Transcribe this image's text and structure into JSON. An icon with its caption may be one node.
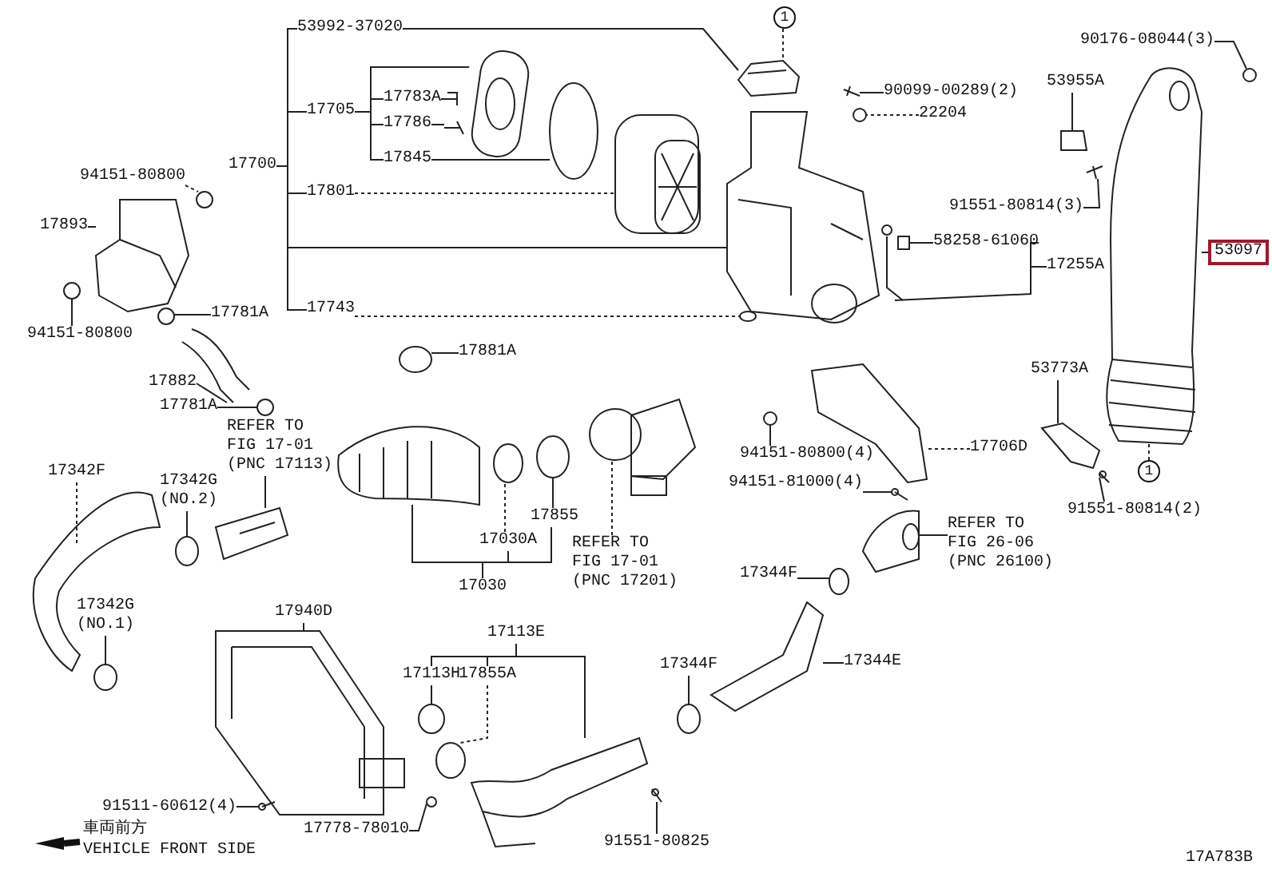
{
  "diagram": {
    "nodes": [
      {
        "text": [
          "53992-37020"
        ]
      },
      {
        "text": [
          "17705"
        ]
      },
      {
        "text": [
          "17783A"
        ]
      },
      {
        "text": [
          "17786"
        ]
      },
      {
        "text": [
          "17845"
        ]
      },
      {
        "text": [
          "17700"
        ]
      },
      {
        "text": [
          "17801"
        ]
      },
      {
        "text": [
          "17743"
        ]
      },
      {
        "text": [
          "90099-00289(2)"
        ]
      },
      {
        "text": [
          "22204"
        ]
      },
      {
        "text": [
          "53955A"
        ]
      },
      {
        "text": [
          "90176-08044(3)"
        ]
      },
      {
        "text": [
          "91551-80814(3)"
        ]
      },
      {
        "text": [
          "58258-61060"
        ]
      },
      {
        "text": [
          "17255A"
        ]
      },
      {
        "text": [
          "53097"
        ]
      },
      {
        "text": [
          "94151-80800"
        ]
      },
      {
        "text": [
          "17893"
        ]
      },
      {
        "text": [
          "94151-80800"
        ]
      },
      {
        "text": [
          "17781A"
        ]
      },
      {
        "text": [
          "17882"
        ]
      },
      {
        "text": [
          "17781A"
        ]
      },
      {
        "text": [
          "17881A"
        ]
      },
      {
        "text": [
          "REFER TO FIG 17-01 (PNC 17113)"
        ]
      },
      {
        "text": [
          "17342G",
          "(NO.2)"
        ]
      },
      {
        "text": [
          "17342F"
        ]
      },
      {
        "text": [
          "17342G",
          "(NO.1)"
        ]
      },
      {
        "text": [
          "17030A"
        ]
      },
      {
        "text": [
          "17855"
        ]
      },
      {
        "text": [
          "17030"
        ]
      },
      {
        "text": [
          "REFER TO FIG 17-01 (PNC 17201)"
        ]
      },
      {
        "text": [
          "94151-80800(4)"
        ]
      },
      {
        "text": [
          "94151-81000(4)"
        ]
      },
      {
        "text": [
          "17706D"
        ]
      },
      {
        "text": [
          "53773A"
        ]
      },
      {
        "text": [
          "91551-80814(2)"
        ]
      },
      {
        "text": [
          "REFER TO FIG 26-06 (PNC 26100)"
        ]
      },
      {
        "text": [
          "17344F"
        ]
      },
      {
        "text": [
          "17940D"
        ]
      },
      {
        "text": [
          "17113E"
        ]
      },
      {
        "text": [
          "17113H"
        ]
      },
      {
        "text": [
          "17855A"
        ]
      },
      {
        "text": [
          "17344F"
        ]
      },
      {
        "text": [
          "17344E"
        ]
      },
      {
        "text": [
          "91511-60612(4)"
        ]
      },
      {
        "text": [
          "17778-78010"
        ]
      },
      {
        "text": [
          "91551-80825"
        ]
      },
      {
        "text": [],
        "shape": "picture"
      },
      {
        "text": [],
        "shape": "picture"
      },
      {
        "text": [],
        "shape": "picture"
      },
      {
        "text": [],
        "shape": "picture"
      },
      {
        "text": [],
        "shape": "circle"
      },
      {
        "text": [],
        "shape": "picture"
      },
      {
        "text": [],
        "shape": "picture"
      },
      {
        "text": [],
        "shape": "circle"
      },
      {
        "text": [],
        "shape": "picture"
      },
      {
        "text": [],
        "shape": "circle"
      },
      {
        "text": [],
        "shape": "circle"
      },
      {
        "text": [],
        "shape": "picture"
      },
      {
        "text": [],
        "shape": "picture"
      },
      {
        "text": [],
        "shape": "picture"
      },
      {
        "text": [],
        "shape": "picture"
      },
      {
        "text": [],
        "shape": "picture"
      },
      {
        "text": [],
        "shape": "circle"
      },
      {
        "text": [],
        "shape": "picture"
      },
      {
        "text": [],
        "shape": "circle"
      },
      {
        "text": [],
        "shape": "circle"
      },
      {
        "text": [],
        "shape": "picture"
      },
      {
        "text": [],
        "shape": "circle"
      },
      {
        "text": [],
        "shape": "circle"
      },
      {
        "text": [],
        "shape": "picture"
      },
      {
        "text": [],
        "shape": "circle"
      },
      {
        "text": [],
        "shape": "picture"
      },
      {
        "text": [],
        "shape": "circle"
      },
      {
        "text": [],
        "shape": "picture"
      },
      {
        "text": [],
        "shape": "circle"
      },
      {
        "text": [],
        "shape": "circle"
      },
      {
        "text": [],
        "shape": "picture"
      },
      {
        "text": [],
        "shape": "picture"
      },
      {
        "text": [],
        "shape": "circle"
      },
      {
        "text": [],
        "shape": "picture"
      },
      {
        "text": [],
        "shape": "picture"
      },
      {
        "text": [],
        "shape": "picture"
      },
      {
        "text": [],
        "shape": "picture"
      },
      {
        "text": [],
        "shape": "circle"
      },
      {
        "text": [],
        "shape": "picture"
      },
      {
        "text": [],
        "shape": "circle"
      },
      {
        "text": [],
        "shape": "picture"
      },
      {
        "text": [],
        "shape": "circle"
      },
      {
        "text": [],
        "shape": "circle"
      },
      {
        "text": [],
        "shape": "picture"
      },
      {
        "text": [],
        "shape": "picture"
      },
      {
        "text": [],
        "shape": "circle"
      },
      {
        "text": [],
        "shape": "picture"
      },
      {
        "text": [
          "1"
        ]
      },
      {
        "text": [
          "1"
        ]
      }
    ],
    "edges": [
      {
        "from": 5,
        "to": 0,
        "arrow": "none"
      },
      {
        "from": 5,
        "to": 1,
        "arrow": "none"
      },
      {
        "from": 5,
        "to": 6,
        "arrow": "none"
      },
      {
        "from": 5,
        "to": 7,
        "arrow": "none"
      },
      {
        "from": 5,
        "to": 53,
        "arrow": "none"
      },
      {
        "from": 1,
        "to": 2,
        "arrow": "none"
      },
      {
        "from": 1,
        "to": 3,
        "arrow": "none"
      },
      {
        "from": 1,
        "to": 4,
        "arrow": "none"
      },
      {
        "from": 1,
        "to": 48,
        "arrow": "none"
      },
      {
        "from": 0,
        "to": 47,
        "arrow": "none"
      },
      {
        "from": 2,
        "to": 49,
        "arrow": "none"
      },
      {
        "from": 3,
        "to": 50,
        "arrow": "none"
      },
      {
        "from": 4,
        "to": 51,
        "arrow": "none"
      },
      {
        "from": 6,
        "to": 52,
        "arrow": "none",
        "style": "dashed"
      },
      {
        "from": 7,
        "to": 54,
        "arrow": "none",
        "style": "dashed"
      },
      {
        "from": 8,
        "to": 55,
        "arrow": "none"
      },
      {
        "from": 9,
        "to": 56,
        "arrow": "none",
        "style": "dashed"
      },
      {
        "from": 11,
        "to": 57,
        "arrow": "none"
      },
      {
        "from": 10,
        "to": 58,
        "arrow": "none"
      },
      {
        "from": 12,
        "to": 59,
        "arrow": "none"
      },
      {
        "from": 13,
        "to": 60,
        "arrow": "none"
      },
      {
        "from": 14,
        "to": 13,
        "arrow": "none"
      },
      {
        "from": 14,
        "to": 61,
        "arrow": "none"
      },
      {
        "from": 15,
        "to": 62,
        "arrow": "none"
      },
      {
        "from": 16,
        "to": 63,
        "arrow": "none",
        "style": "dashed"
      },
      {
        "from": 17,
        "to": 64,
        "arrow": "none"
      },
      {
        "from": 18,
        "to": 65,
        "arrow": "none"
      },
      {
        "from": 19,
        "to": 66,
        "arrow": "none"
      },
      {
        "from": 20,
        "to": 67,
        "arrow": "none"
      },
      {
        "from": 21,
        "to": 68,
        "arrow": "none"
      },
      {
        "from": 22,
        "to": 69,
        "arrow": "none"
      },
      {
        "from": 23,
        "to": 70,
        "arrow": "none"
      },
      {
        "from": 24,
        "to": 71,
        "arrow": "none"
      },
      {
        "from": 25,
        "to": 72,
        "arrow": "none",
        "style": "dashed"
      },
      {
        "from": 26,
        "to": 73,
        "arrow": "none"
      },
      {
        "from": 29,
        "to": 27,
        "arrow": "none"
      },
      {
        "from": 29,
        "to": 28,
        "arrow": "none"
      },
      {
        "from": 29,
        "to": 74,
        "arrow": "none"
      },
      {
        "from": 27,
        "to": 75,
        "arrow": "none",
        "style": "dashed"
      },
      {
        "from": 30,
        "to": 77,
        "arrow": "none",
        "style": "dashed"
      },
      {
        "from": 31,
        "to": 79,
        "arrow": "none"
      },
      {
        "from": 32,
        "to": 80,
        "arrow": "none"
      },
      {
        "from": 33,
        "to": 78,
        "arrow": "none",
        "style": "dashed"
      },
      {
        "from": 34,
        "to": 81,
        "arrow": "none"
      },
      {
        "from": 35,
        "to": 82,
        "arrow": "none"
      },
      {
        "from": 36,
        "to": 83,
        "arrow": "none"
      },
      {
        "from": 37,
        "to": 84,
        "arrow": "none"
      },
      {
        "from": 38,
        "to": 87,
        "arrow": "none"
      },
      {
        "from": 39,
        "to": 40,
        "arrow": "none"
      },
      {
        "from": 39,
        "to": 41,
        "arrow": "none"
      },
      {
        "from": 39,
        "to": 90,
        "arrow": "none"
      },
      {
        "from": 40,
        "to": 88,
        "arrow": "none"
      },
      {
        "from": 41,
        "to": 89,
        "arrow": "none",
        "style": "dashed"
      },
      {
        "from": 42,
        "to": 86,
        "arrow": "none"
      },
      {
        "from": 43,
        "to": 85,
        "arrow": "none"
      },
      {
        "from": 44,
        "to": 91,
        "arrow": "none"
      },
      {
        "from": 45,
        "to": 92,
        "arrow": "none"
      },
      {
        "from": 46,
        "to": 93,
        "arrow": "none"
      },
      {
        "from": 94,
        "to": 47,
        "arrow": "none",
        "style": "dashed"
      },
      {
        "from": 95,
        "to": 62,
        "arrow": "none",
        "style": "dashed"
      },
      {
        "from": 28,
        "to": 76,
        "arrow": "none"
      }
    ],
    "labels": [
      "車両前方",
      "VEHICLE FRONT SIDE",
      "17A783B"
    ]
  }
}
